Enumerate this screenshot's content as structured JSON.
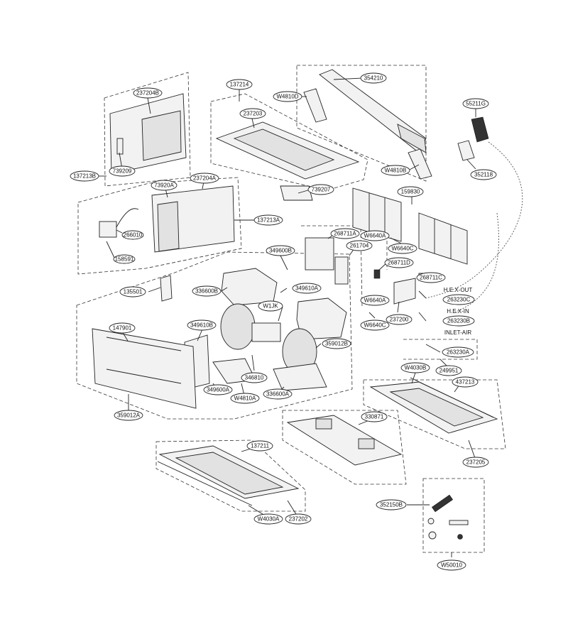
{
  "parts": [
    "137213B",
    "237204B",
    "739209",
    "137214",
    "237203",
    "739207",
    "354210",
    "W4810D",
    "W4810B",
    "55211G",
    "352118",
    "159830",
    "73920A",
    "237204A",
    "137213A",
    "266010",
    "158591",
    "268711A",
    "W6640A",
    "261704",
    "W6640C",
    "268711D",
    "268711C",
    "263230C",
    "263230B",
    "237200",
    "W6640A",
    "W6640C",
    "263230A",
    "249951",
    "349600B",
    "349610A",
    "W1JK",
    "336600B",
    "135501",
    "147901",
    "349610B",
    "359012B",
    "346810",
    "349600A",
    "W4810A",
    "336600A",
    "359012A",
    "W4030B",
    "437213",
    "237205",
    "330871",
    "137211",
    "W4030A",
    "237202",
    "352150B",
    "W50010"
  ],
  "text_labels": [
    "H.E.X-OUT",
    "H.E.X-IN",
    "INLET-AIR"
  ]
}
